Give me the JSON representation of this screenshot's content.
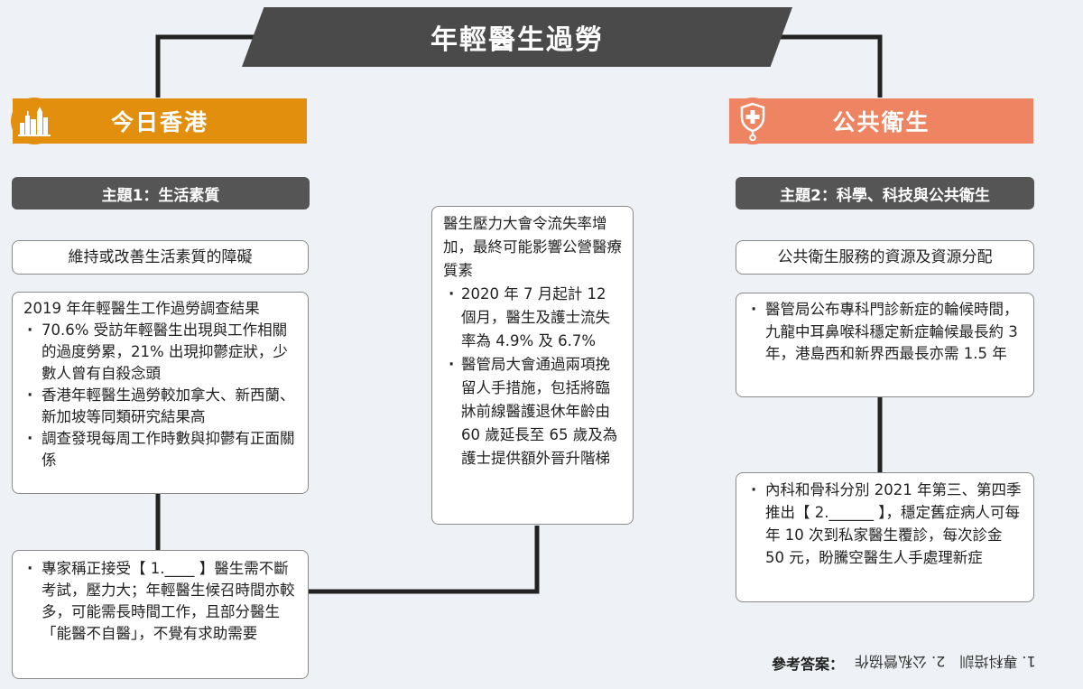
{
  "title": "年輕醫生過勞",
  "left_section": {
    "header": "今日香港",
    "theme": "主題1：生活素質",
    "subtopic": "維持或改善生活素質的障礙",
    "survey": {
      "heading": "2019 年年輕醫生工作過勞調查結果",
      "points": [
        "70.6% 受訪年輕醫生出現與工作相關的過度勞累，21% 出現抑鬱症狀，少數人曾有自殺念頭",
        "香港年輕醫生過勞較加拿大、新西蘭、新加坡等同類研究結果高",
        "調查發現每周工作時數與抑鬱有正面關係"
      ]
    },
    "expert": "專家稱正接受【 1.____ 】醫生需不斷考試，壓力大；年輕醫生候召時間亦較多，可能需長時間工作，且部分醫生「能醫不自醫」，不覺有求助需要"
  },
  "middle": {
    "heading": "醫生壓力大會令流失率增加，最終可能影響公營醫療質素",
    "points": [
      "2020 年 7 月起計 12 個月，醫生及護士流失率為 4.9% 及 6.7%",
      "醫管局大會通過兩項挽留人手措施，包括將臨牀前線醫護退休年齡由 60 歲延長至 65 歲及為護士提供額外晉升階梯"
    ]
  },
  "right_section": {
    "header": "公共衛生",
    "theme": "主題2：科學、科技與公共衛生",
    "subtopic": "公共衛生服務的資源及資源分配",
    "ha_point": "醫管局公布專科門診新症的輪候時間，九龍中耳鼻喉科穩定新症輪候最長約 3 年，港島西和新界西最長亦需 1.5 年",
    "clinic_point": "內科和骨科分別 2021 年第三、第四季推出【 2.______ 】，穩定舊症病人可每年 10 次到私家醫生覆診，每次診金 50 元，盼騰空醫生人手處理新症"
  },
  "answer": {
    "label": "參考答案：",
    "text": "1. 專科培訓　2. 公私營協作"
  },
  "colors": {
    "left_accent": "#e38f0e",
    "right_accent": "#ee8462",
    "banner": "#4a4a4a",
    "theme_bar": "#555555"
  },
  "icons": [
    "city-skyline-icon",
    "medical-stethoscope-icon"
  ]
}
